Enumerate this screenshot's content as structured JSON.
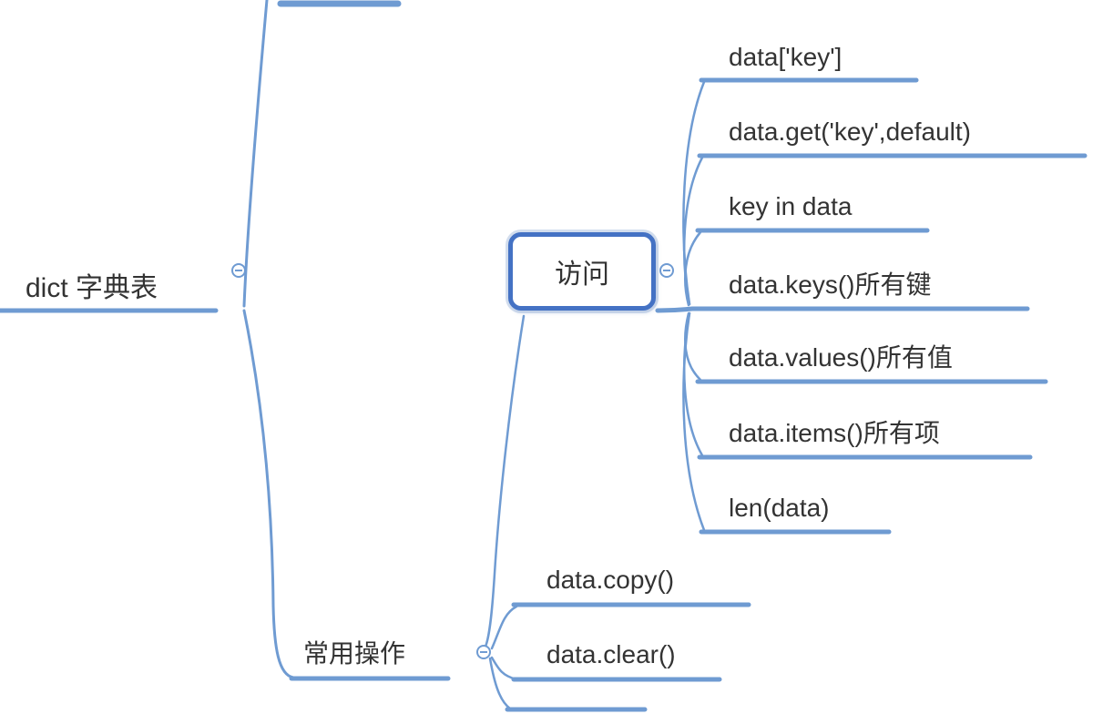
{
  "mindmap": {
    "root": {
      "label": "dict 字典表"
    },
    "branches": [
      {
        "id": "access",
        "label": "访问",
        "children": [
          "data['key']",
          "data.get('key',default)",
          "key in data",
          "data.keys()所有键",
          "data.values()所有值",
          "data.items()所有项",
          "len(data)"
        ]
      },
      {
        "id": "operations",
        "label": "常用操作",
        "children": [
          "data.copy()",
          "data.clear()"
        ]
      }
    ]
  },
  "icons": {
    "collapse": "minus-circle"
  },
  "colors": {
    "branch_line": "#6f9bd2",
    "topic_border": "#4472c4",
    "text": "#333333",
    "background": "#ffffff"
  }
}
